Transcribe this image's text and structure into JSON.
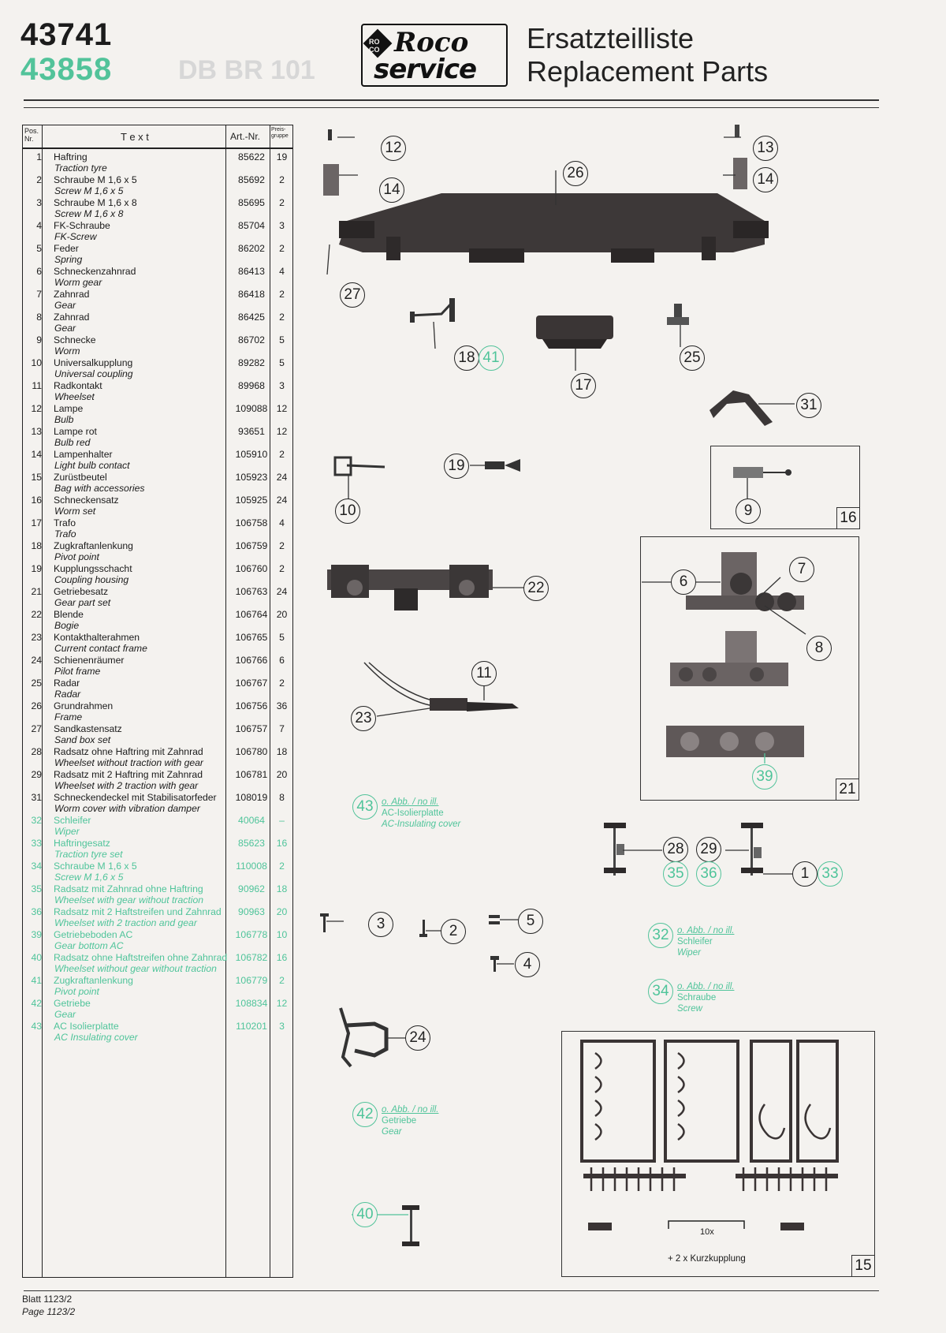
{
  "header": {
    "article_no_1": "43741",
    "article_no_2": "43858",
    "logo_top": "Roco",
    "logo_bottom": "service",
    "logo_badge": "RO CO",
    "title_de": "Ersatzteilliste",
    "title_en": "Replacement Parts"
  },
  "table": {
    "col_pos": "Pos. Nr.",
    "col_text": "T e x t",
    "col_art": "Art.-Nr.",
    "col_group": "Preis-gruppe",
    "rows": [
      {
        "pos": "1",
        "de": "Haftring",
        "en": "Traction tyre",
        "art": "85622",
        "pg": "19",
        "green": false
      },
      {
        "pos": "2",
        "de": "Schraube M 1,6 x 5",
        "en": "Screw M 1,6 x 5",
        "art": "85692",
        "pg": "2",
        "green": false
      },
      {
        "pos": "3",
        "de": "Schraube M 1,6 x 8",
        "en": "Screw M 1,6 x 8",
        "art": "85695",
        "pg": "2",
        "green": false
      },
      {
        "pos": "4",
        "de": "FK-Schraube",
        "en": "FK-Screw",
        "art": "85704",
        "pg": "3",
        "green": false
      },
      {
        "pos": "5",
        "de": "Feder",
        "en": "Spring",
        "art": "86202",
        "pg": "2",
        "green": false
      },
      {
        "pos": "6",
        "de": "Schneckenzahnrad",
        "en": "Worm gear",
        "art": "86413",
        "pg": "4",
        "green": false
      },
      {
        "pos": "7",
        "de": "Zahnrad",
        "en": "Gear",
        "art": "86418",
        "pg": "2",
        "green": false
      },
      {
        "pos": "8",
        "de": "Zahnrad",
        "en": "Gear",
        "art": "86425",
        "pg": "2",
        "green": false
      },
      {
        "pos": "9",
        "de": "Schnecke",
        "en": "Worm",
        "art": "86702",
        "pg": "5",
        "green": false
      },
      {
        "pos": "10",
        "de": "Universalkupplung",
        "en": "Universal coupling",
        "art": "89282",
        "pg": "5",
        "green": false
      },
      {
        "pos": "11",
        "de": "Radkontakt",
        "en": "Wheelset",
        "art": "89968",
        "pg": "3",
        "green": false
      },
      {
        "pos": "12",
        "de": "Lampe",
        "en": "Bulb",
        "art": "109088",
        "pg": "12",
        "green": false
      },
      {
        "pos": "13",
        "de": "Lampe rot",
        "en": "Bulb red",
        "art": "93651",
        "pg": "12",
        "green": false
      },
      {
        "pos": "14",
        "de": "Lampenhalter",
        "en": "Light bulb contact",
        "art": "105910",
        "pg": "2",
        "green": false
      },
      {
        "pos": "15",
        "de": "Zurüstbeutel",
        "en": "Bag with accessories",
        "art": "105923",
        "pg": "24",
        "green": false
      },
      {
        "pos": "16",
        "de": "Schneckensatz",
        "en": "Worm set",
        "art": "105925",
        "pg": "24",
        "green": false
      },
      {
        "pos": "17",
        "de": "Trafo",
        "en": "Trafo",
        "art": "106758",
        "pg": "4",
        "green": false
      },
      {
        "pos": "18",
        "de": "Zugkraftanlenkung",
        "en": "Pivot point",
        "art": "106759",
        "pg": "2",
        "green": false
      },
      {
        "pos": "19",
        "de": "Kupplungsschacht",
        "en": "Coupling housing",
        "art": "106760",
        "pg": "2",
        "green": false
      },
      {
        "pos": "21",
        "de": "Getriebesatz",
        "en": "Gear part set",
        "art": "106763",
        "pg": "24",
        "green": false
      },
      {
        "pos": "22",
        "de": "Blende",
        "en": "Bogie",
        "art": "106764",
        "pg": "20",
        "green": false
      },
      {
        "pos": "23",
        "de": "Kontakthalterahmen",
        "en": "Current contact frame",
        "art": "106765",
        "pg": "5",
        "green": false
      },
      {
        "pos": "24",
        "de": "Schienenräumer",
        "en": "Pilot frame",
        "art": "106766",
        "pg": "6",
        "green": false
      },
      {
        "pos": "25",
        "de": "Radar",
        "en": "Radar",
        "art": "106767",
        "pg": "2",
        "green": false
      },
      {
        "pos": "26",
        "de": "Grundrahmen",
        "en": "Frame",
        "art": "106756",
        "pg": "36",
        "green": false
      },
      {
        "pos": "27",
        "de": "Sandkastensatz",
        "en": "Sand box set",
        "art": "106757",
        "pg": "7",
        "green": false
      },
      {
        "pos": "28",
        "de": "Radsatz ohne Haftring mit Zahnrad",
        "en": "Wheelset without traction with gear",
        "art": "106780",
        "pg": "18",
        "green": false
      },
      {
        "pos": "29",
        "de": "Radsatz mit 2 Haftring mit Zahnrad",
        "en": "Wheelset with 2 traction with gear",
        "art": "106781",
        "pg": "20",
        "green": false
      },
      {
        "pos": "31",
        "de": "Schneckendeckel mit Stabilisatorfeder",
        "en": "Worm cover with vibration damper",
        "art": "108019",
        "pg": "8",
        "green": false
      },
      {
        "pos": "32",
        "de": "Schleifer",
        "en": "Wiper",
        "art": "40064",
        "pg": "–",
        "green": true
      },
      {
        "pos": "33",
        "de": "Haftringesatz",
        "en": "Traction tyre set",
        "art": "85623",
        "pg": "16",
        "green": true
      },
      {
        "pos": "34",
        "de": "Schraube M 1,6 x 5",
        "en": "Screw M 1,6 x 5",
        "art": "110008",
        "pg": "2",
        "green": true
      },
      {
        "pos": "35",
        "de": "Radsatz mit Zahnrad ohne Haftring",
        "en": "Wheelset with gear without traction",
        "art": "90962",
        "pg": "18",
        "green": true
      },
      {
        "pos": "36",
        "de": "Radsatz mit 2 Haftstreifen und Zahnrad",
        "en": "Wheelset with 2 traction and gear",
        "art": "90963",
        "pg": "20",
        "green": true
      },
      {
        "pos": "39",
        "de": "Getriebeboden AC",
        "en": "Gear bottom AC",
        "art": "106778",
        "pg": "10",
        "green": true
      },
      {
        "pos": "40",
        "de": "Radsatz ohne Haftstreifen ohne Zahnrad",
        "en": "Wheelset without gear without traction",
        "art": "106782",
        "pg": "16",
        "green": true
      },
      {
        "pos": "41",
        "de": "Zugkraftanlenkung",
        "en": "Pivot point",
        "art": "106779",
        "pg": "2",
        "green": true
      },
      {
        "pos": "42",
        "de": "Getriebe",
        "en": "Gear",
        "art": "108834",
        "pg": "12",
        "green": true
      },
      {
        "pos": "43",
        "de": "AC Isolierplatte",
        "en": "AC Insulating cover",
        "art": "110201",
        "pg": "3",
        "green": true
      }
    ]
  },
  "callouts": {
    "c1": "1",
    "c2": "2",
    "c3": "3",
    "c4": "4",
    "c5": "5",
    "c6": "6",
    "c7": "7",
    "c8": "8",
    "c9": "9",
    "c10": "10",
    "c11": "11",
    "c12": "12",
    "c13": "13",
    "c14a": "14",
    "c14b": "14",
    "c17": "17",
    "c18": "18",
    "c19": "19",
    "c22": "22",
    "c23": "23",
    "c24": "24",
    "c25": "25",
    "c26": "26",
    "c27": "27",
    "c28": "28",
    "c29": "29",
    "c31": "31",
    "g33": "33",
    "g35": "35",
    "g36": "36",
    "g39": "39",
    "g40": "40",
    "g41": "41",
    "g32": "32",
    "g34": "34",
    "g42": "42",
    "g43": "43"
  },
  "boxes": {
    "b16": "16",
    "b21": "21",
    "b15": "15"
  },
  "notes": {
    "no_ill": "o. Abb. / no ill.",
    "n43_de": "AC-Isolierplatte",
    "n43_en": "AC-Insulating cover",
    "n32_de": "Schleifer",
    "n32_en": "Wiper",
    "n34_de": "Schraube",
    "n34_en": "Screw",
    "n42_de": "Getriebe",
    "n42_en": "Gear"
  },
  "set15": {
    "count_label": "10x",
    "extra": "+ 2 x Kurzkupplung"
  },
  "footer": {
    "sheet_de": "Blatt 1123/2",
    "sheet_en": "Page 1123/2"
  },
  "colors": {
    "accent_green": "#52c39a",
    "ink": "#1a1a1a",
    "paper": "#f4f2ef"
  }
}
